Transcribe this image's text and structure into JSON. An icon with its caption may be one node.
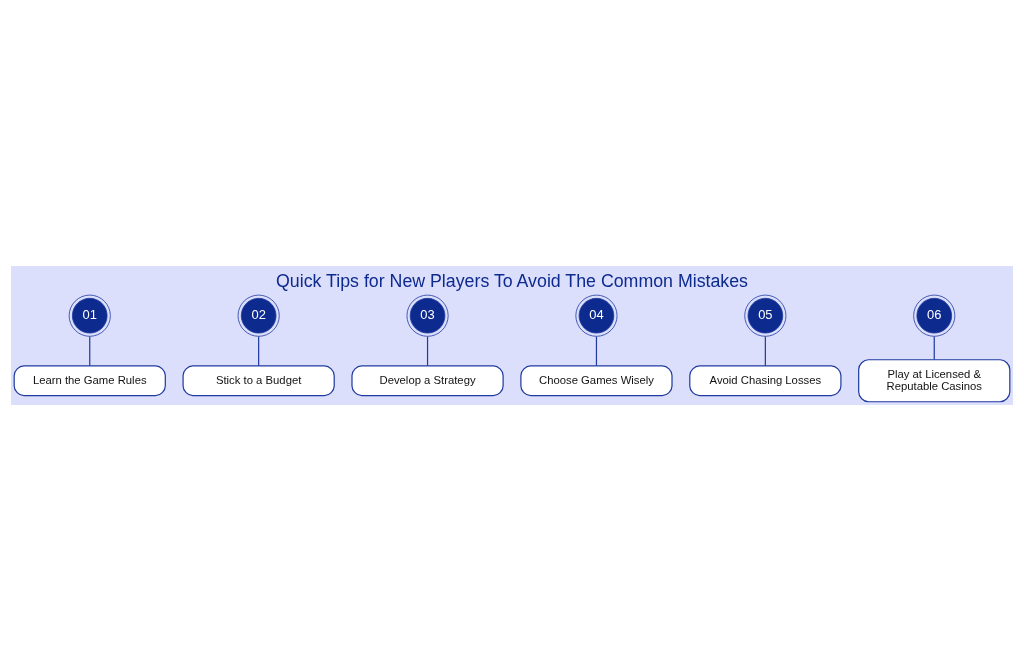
{
  "diagram": {
    "title": "Quick Tips for New Players To Avoid The Common Mistakes",
    "nodes": [
      {
        "text": [
          "01"
        ]
      },
      {
        "text": [
          "Learn the Game Rules"
        ]
      },
      {
        "text": [
          "02"
        ]
      },
      {
        "text": [
          "Stick to a Budget"
        ]
      },
      {
        "text": [
          "03"
        ]
      },
      {
        "text": [
          "Develop a Strategy"
        ]
      },
      {
        "text": [
          "04"
        ]
      },
      {
        "text": [
          "Choose Games Wisely"
        ]
      },
      {
        "text": [
          "05"
        ]
      },
      {
        "text": [
          "Avoid Chasing Losses"
        ]
      },
      {
        "text": [
          "06"
        ]
      },
      {
        "text": [
          "Play at Licensed & Reputable Casinos"
        ]
      }
    ],
    "edges": [
      {
        "from": 0,
        "to": 1,
        "arrow": "none"
      },
      {
        "from": 2,
        "to": 3,
        "arrow": "none"
      },
      {
        "from": 4,
        "to": 5,
        "arrow": "none"
      },
      {
        "from": 6,
        "to": 7,
        "arrow": "none"
      },
      {
        "from": 8,
        "to": 9,
        "arrow": "none"
      },
      {
        "from": 10,
        "to": 11,
        "arrow": "none"
      }
    ]
  }
}
